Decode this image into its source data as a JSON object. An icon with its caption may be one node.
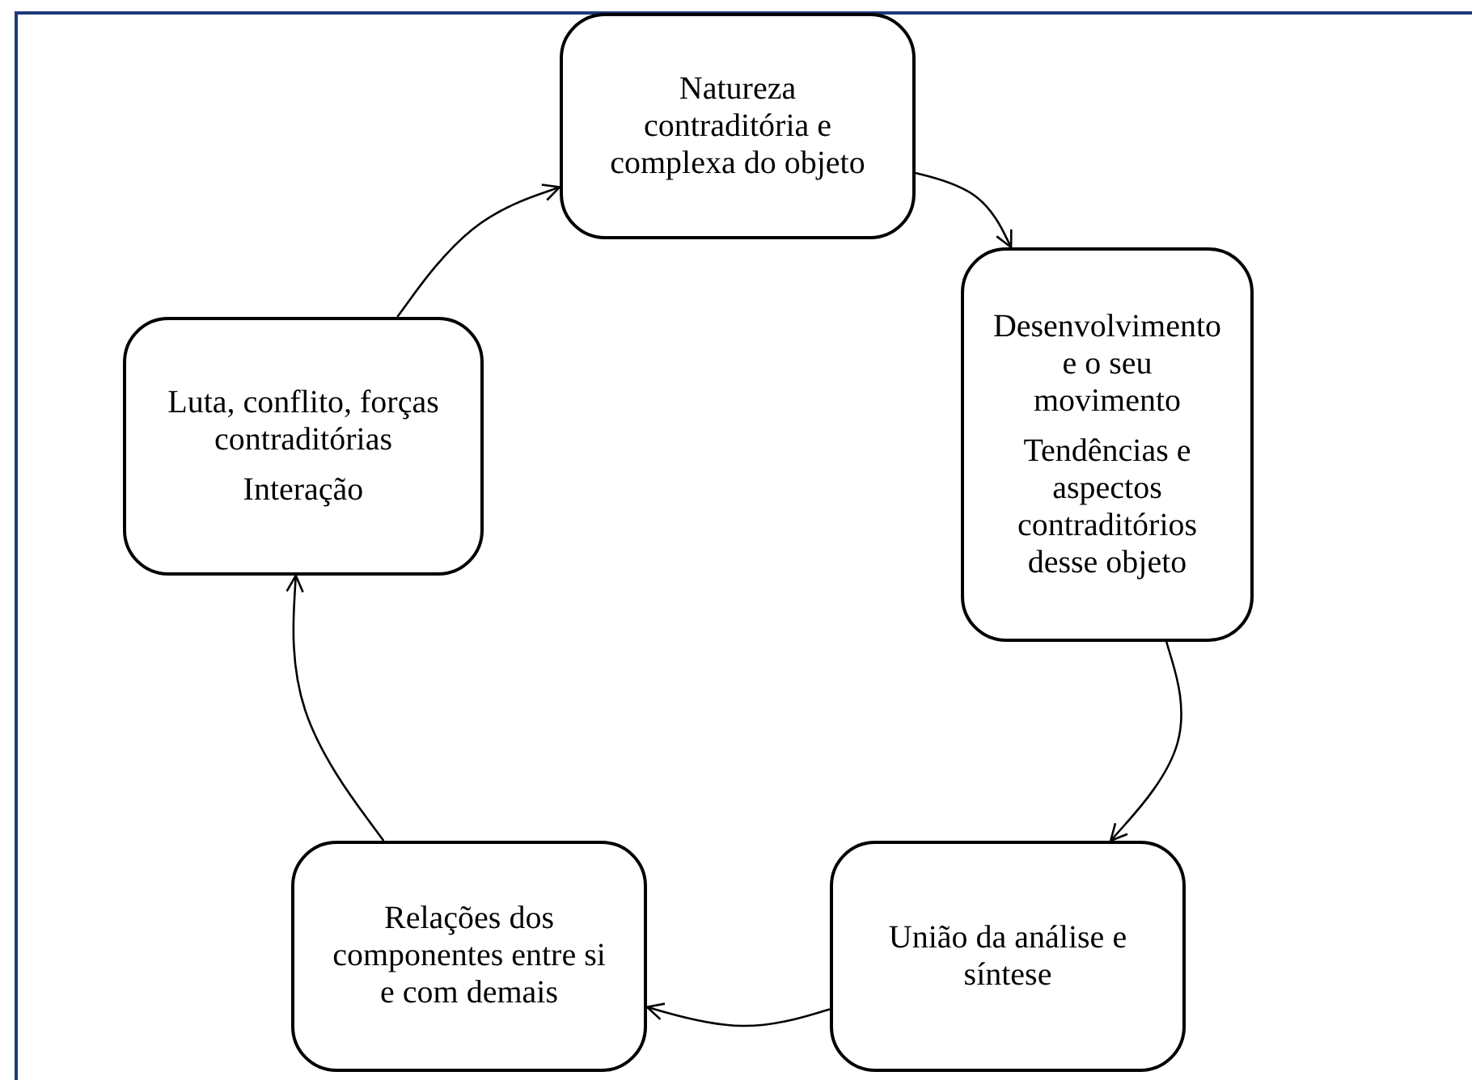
{
  "diagram": {
    "nodes": [
      {
        "text": [
          "Natureza contraditória e complexa do objeto"
        ]
      },
      {
        "text": [
          "Desenvolvimento e o seu movimento",
          "Tendências e aspectos contraditórios desse objeto"
        ]
      },
      {
        "text": [
          "União da análise e síntese"
        ]
      },
      {
        "text": [
          "Relações dos componentes entre si e com demais"
        ]
      },
      {
        "text": [
          "Luta, conflito, forças contraditórias",
          "Interação"
        ]
      }
    ],
    "edges": [
      {
        "from": 0,
        "to": 1,
        "arrow": "to"
      },
      {
        "from": 1,
        "to": 2,
        "arrow": "to"
      },
      {
        "from": 2,
        "to": 3,
        "arrow": "to"
      },
      {
        "from": 3,
        "to": 4,
        "arrow": "to"
      },
      {
        "from": 4,
        "to": 0,
        "arrow": "to"
      }
    ]
  }
}
